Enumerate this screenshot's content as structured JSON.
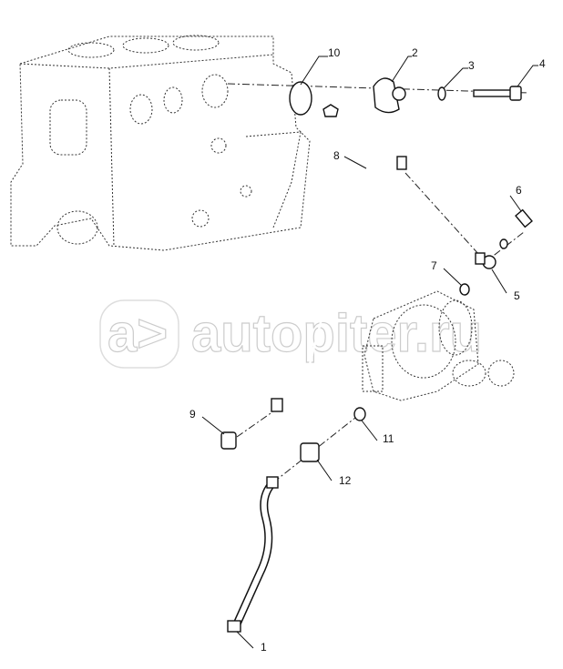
{
  "watermark": {
    "text": "autopiter.ru",
    "logo": "a>"
  },
  "callouts": [
    {
      "id": "1"
    },
    {
      "id": "2"
    },
    {
      "id": "3"
    },
    {
      "id": "4"
    },
    {
      "id": "5"
    },
    {
      "id": "6"
    },
    {
      "id": "7"
    },
    {
      "id": "8"
    },
    {
      "id": "9"
    },
    {
      "id": "10"
    },
    {
      "id": "11"
    },
    {
      "id": "12"
    }
  ]
}
